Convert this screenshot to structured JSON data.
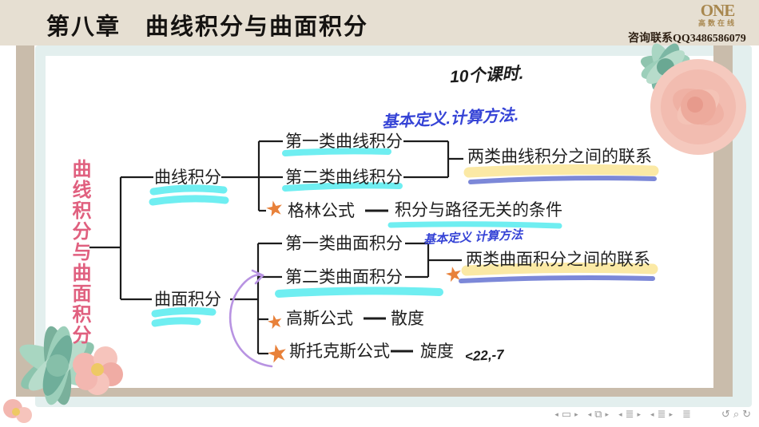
{
  "header": {
    "title": "第八章　曲线积分与曲面积分",
    "logo": {
      "main": "ONE",
      "sub": "高数在线"
    },
    "contact": "咨询联系QQ3486586079"
  },
  "annotations": {
    "hours": "10个课时.",
    "method1": "基本定义.计算方法.",
    "method2": "基本定义 计算方法",
    "vector": "<22,-7"
  },
  "mindmap": {
    "root": "曲线积分与曲面积分",
    "curve": {
      "label": "曲线积分",
      "type1": "第一类曲线积分",
      "type2": "第二类曲线积分",
      "relation": "两类曲线积分之间的联系",
      "green": "格林公式",
      "green_detail": "积分与路径无关的条件"
    },
    "surface": {
      "label": "曲面积分",
      "type1": "第一类曲面积分",
      "type2": "第二类曲面积分",
      "relation": "两类曲面积分之间的联系",
      "gauss": "高斯公式",
      "gauss_detail": "散度",
      "stokes": "斯托克斯公式",
      "stokes_detail": "旋度"
    }
  },
  "colors": {
    "header_bg": "#e6dfd2",
    "frame_tan": "#c9bcab",
    "panel_blue": "#e3efee",
    "accent_pink": "#e0607f",
    "highlight_cyan": "#6feef1",
    "highlight_yellow": "#fbe9a5",
    "stroke_blue": "#7c88d8",
    "star_orange": "#e8813a",
    "arrow_purple": "#b893e2",
    "handwriting_blue": "#3543d6"
  },
  "icons": {
    "star": "★",
    "prev": "◂",
    "next": "▸",
    "slide": "▭",
    "slides": "⧉",
    "outline": "≣",
    "undo": "↺",
    "search": "⌕",
    "redo": "↻"
  }
}
